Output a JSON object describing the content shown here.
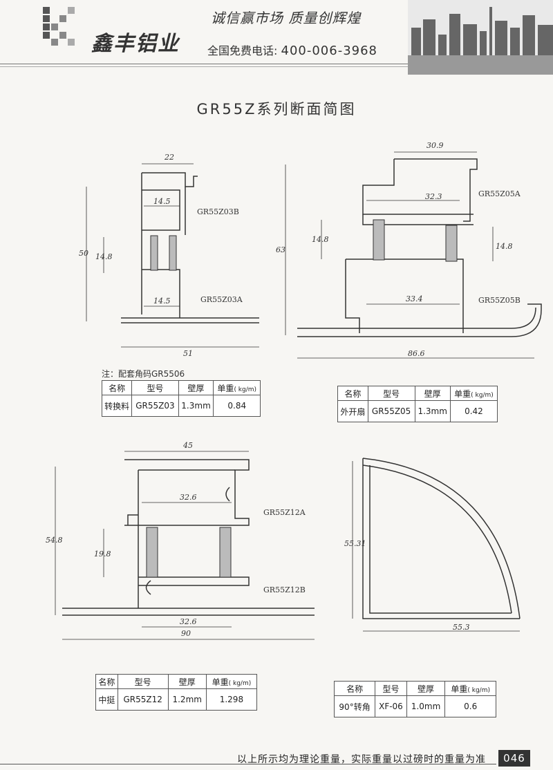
{
  "header": {
    "brand": "鑫丰铝业",
    "slogan": "诚信赢市场  质量创辉煌",
    "hotline_label": "全国免费电话:",
    "hotline_number": "400-006-3968"
  },
  "page_title": "GR55Z系列断面简图",
  "drawings": {
    "d1": {
      "labels": [
        "GR55Z03B",
        "GR55Z03A"
      ],
      "dims": [
        "22",
        "14.5",
        "50",
        "14.8",
        "14.5",
        "51"
      ]
    },
    "d2": {
      "labels": [
        "GR55Z05A",
        "GR55Z05B"
      ],
      "dims": [
        "30.9",
        "32.3",
        "63",
        "14.8",
        "14.8",
        "33.4",
        "86.6"
      ]
    },
    "d3": {
      "labels": [
        "GR55Z12A",
        "GR55Z12B"
      ],
      "dims": [
        "45",
        "32.6",
        "54.8",
        "19.8",
        "32.6",
        "90"
      ]
    },
    "d4": {
      "dims": [
        "55.31",
        "55.3"
      ]
    }
  },
  "note": "注：配套角码GR5506",
  "tables": {
    "headers": {
      "name": "名称",
      "model": "型号",
      "wall": "壁厚",
      "weight": "单重",
      "unit": "( kg/m)"
    },
    "t1": {
      "name": "转换料",
      "model": "GR55Z03",
      "wall": "1.3mm",
      "weight": "0.84"
    },
    "t2": {
      "name": "外开扇",
      "model": "GR55Z05",
      "wall": "1.3mm",
      "weight": "0.42"
    },
    "t3": {
      "name": "中挺",
      "model": "GR55Z12",
      "wall": "1.2mm",
      "weight": "1.298"
    },
    "t4": {
      "name": "90°转角",
      "model": "XF-06",
      "wall": "1.0mm",
      "weight": "0.6"
    }
  },
  "footer": {
    "text": "以上所示均为理论重量，实际重量以过磅时的重量为准",
    "page": "046"
  }
}
